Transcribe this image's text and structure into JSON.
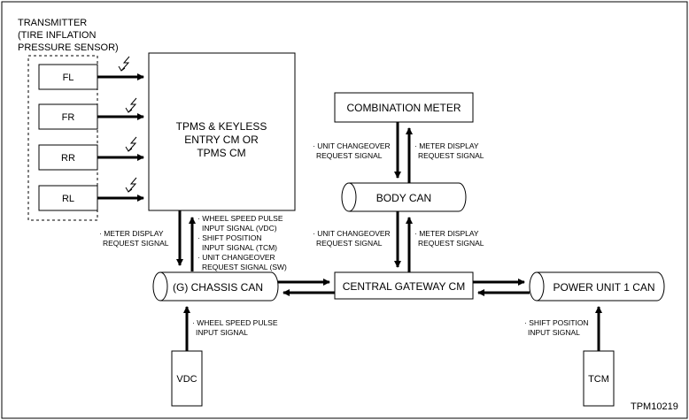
{
  "transmitter_group": {
    "title_lines": [
      "TRANSMITTER",
      "(TIRE INFLATION",
      "PRESSURE SENSOR)"
    ],
    "sensors": [
      "FL",
      "FR",
      "RR",
      "RL"
    ]
  },
  "tpms_cm": {
    "lines": [
      "TPMS & KEYLESS",
      "ENTRY CM OR",
      "TPMS CM"
    ]
  },
  "combination_meter": {
    "label": "COMBINATION METER"
  },
  "body_can": {
    "label": "BODY CAN"
  },
  "chassis_can": {
    "label": "(G) CHASSIS CAN"
  },
  "central_gateway": {
    "label": "CENTRAL GATEWAY CM"
  },
  "power_unit_can": {
    "label": "POWER UNIT 1 CAN"
  },
  "vdc": {
    "label": "VDC"
  },
  "tcm": {
    "label": "TCM"
  },
  "signals": {
    "tpms_to_chassis": [
      "· WHEEL SPEED PULSE",
      "INPUT SIGNAL (VDC)",
      "· SHIFT POSITION",
      "INPUT SIGNAL (TCM)",
      "· UNIT CHANGEOVER",
      "REQUEST SIGNAL (SW)"
    ],
    "chassis_to_tpms": [
      "· METER DISPLAY",
      "REQUEST SIGNAL"
    ],
    "meter_to_body_left": [
      "· UNIT CHANGEOVER",
      "REQUEST SIGNAL"
    ],
    "body_to_meter_right": [
      "· METER DISPLAY",
      "REQUEST SIGNAL"
    ],
    "gateway_to_body_left": [
      "· UNIT CHANGEOVER",
      "REQUEST SIGNAL"
    ],
    "body_to_gateway_right": [
      "· METER DISPLAY",
      "REQUEST SIGNAL"
    ],
    "vdc_signal": [
      "· WHEEL SPEED PULSE",
      "INPUT SIGNAL"
    ],
    "tcm_signal": [
      "· SHIFT POSITION",
      "INPUT SIGNAL"
    ]
  },
  "figure_id": "TPM10219"
}
